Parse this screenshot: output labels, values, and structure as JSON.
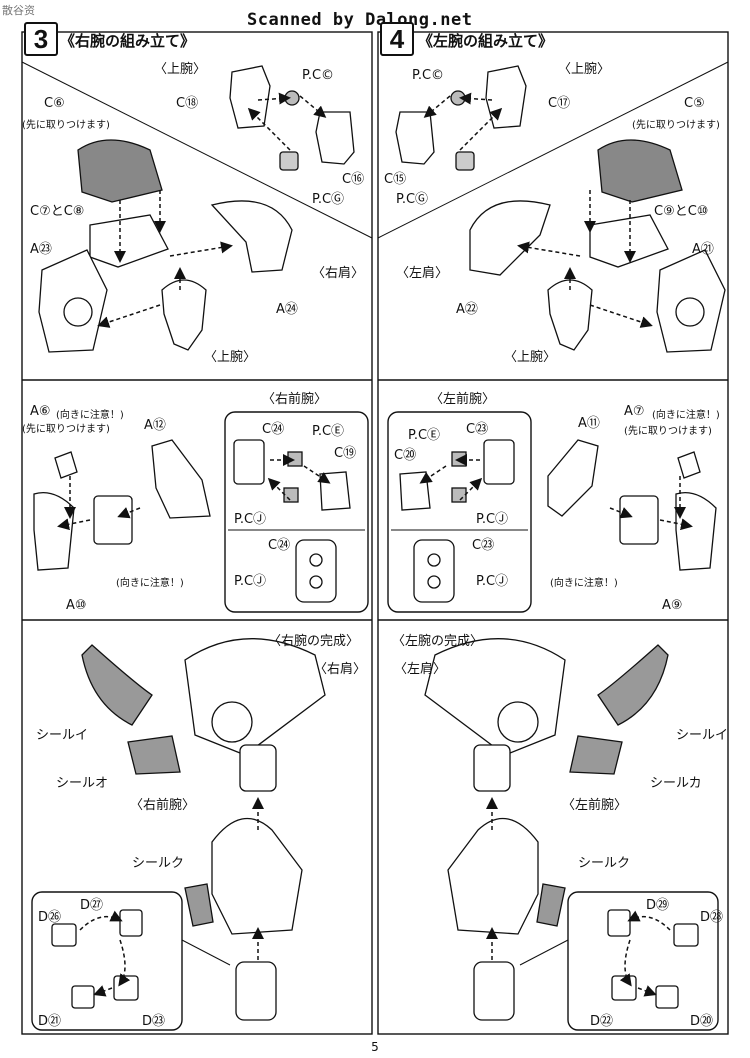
{
  "watermark": "散谷资",
  "header": {
    "scanned_by": "Scanned by Dalong.net"
  },
  "page_number": "5",
  "step3": {
    "number": "3",
    "title": "《右腕の組み立て》",
    "upper_arm": {
      "title": "〈上腕〉",
      "labels": [
        "C⑱",
        "P.C©",
        "C⑯",
        "P.CⒼ"
      ]
    },
    "shoulder": {
      "c6": "C⑥",
      "c6_note": "(先に取りつけます)",
      "c7c8": "C⑦とC⑧",
      "a23": "A㉓",
      "a24": "A㉔",
      "right_shoulder": "〈右肩〉",
      "upper_arm": "〈上腕〉"
    },
    "forearm": {
      "a6": "A⑥",
      "a6_warn": "(向きに注意！)",
      "a6_note": "(先に取りつけます)",
      "a12": "A⑫",
      "orientation": "(向きに注意！)",
      "a10": "A⑩",
      "title": "〈右前腕〉",
      "inset_labels": [
        "C㉔",
        "P.CⒺ",
        "C⑲",
        "P.CⒿ",
        "C㉔",
        "P.CⒿ"
      ]
    },
    "complete": {
      "title": "〈右腕の完成〉",
      "shoulder": "〈右肩〉",
      "seal_i": "シールイ",
      "seal_o": "シールオ",
      "forearm": "〈右前腕〉",
      "seal_ku": "シールク",
      "d_labels": [
        "D㉖",
        "D㉗",
        "D㉑",
        "D㉓"
      ]
    }
  },
  "step4": {
    "number": "4",
    "title": "《左腕の組み立て》",
    "upper_arm": {
      "title": "〈上腕〉",
      "labels": [
        "P.C©",
        "C⑰",
        "C⑮",
        "P.CⒼ"
      ]
    },
    "shoulder": {
      "c5": "C⑤",
      "c5_note": "(先に取りつけます)",
      "c9c10": "C⑨とC⑩",
      "a21": "A㉑",
      "a22": "A㉒",
      "left_shoulder": "〈左肩〉",
      "upper_arm": "〈上腕〉"
    },
    "forearm": {
      "title": "〈左前腕〉",
      "inset_labels": [
        "C㉓",
        "P.CⒺ",
        "C⑳",
        "P.CⒿ",
        "C㉓",
        "P.CⒿ"
      ],
      "a11": "A⑪",
      "a7": "A⑦",
      "a7_warn": "(向きに注意！)",
      "a7_note": "(先に取りつけます)",
      "orientation": "(向きに注意！)",
      "a9": "A⑨"
    },
    "complete": {
      "title": "〈左腕の完成〉",
      "shoulder": "〈左肩〉",
      "seal_i": "シールイ",
      "seal_ka": "シールカ",
      "forearm": "〈左前腕〉",
      "seal_ku": "シールク",
      "d_labels": [
        "D㉙",
        "D㉘",
        "D㉒",
        "D⑳"
      ]
    }
  }
}
